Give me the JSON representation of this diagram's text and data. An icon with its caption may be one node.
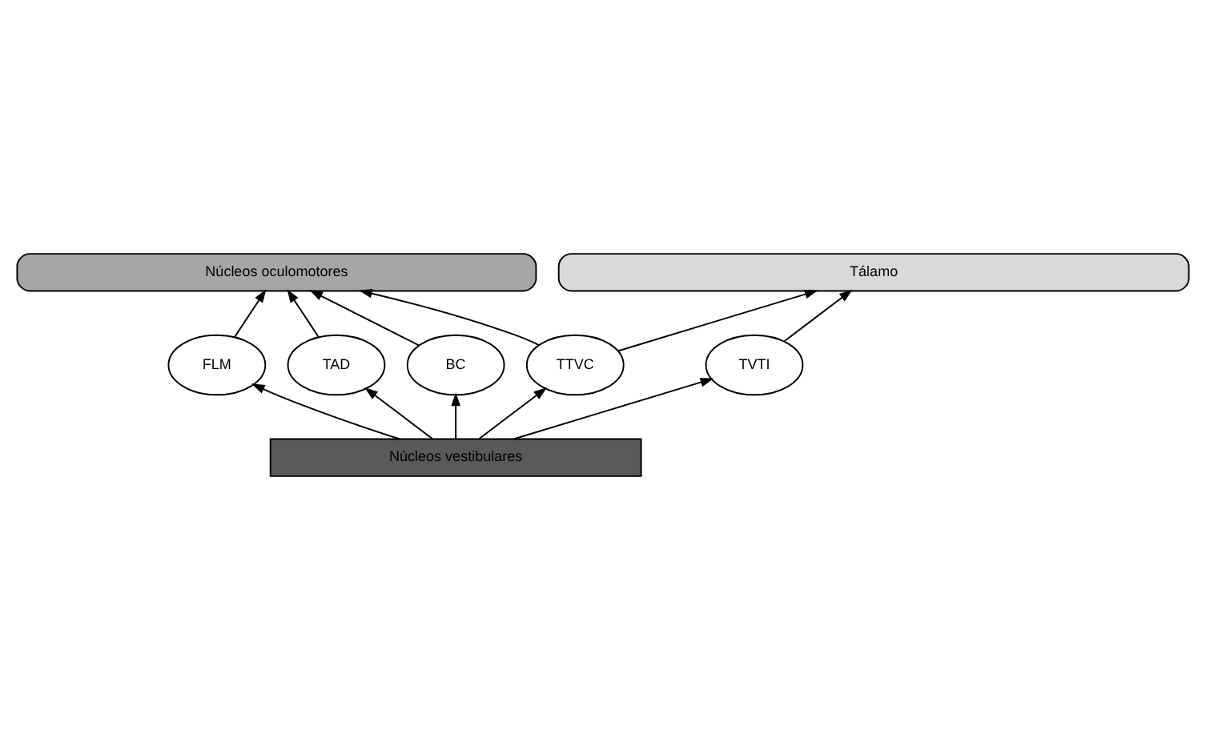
{
  "diagram": {
    "nodes": [
      {
        "text": [
          "Tálamo"
        ]
      },
      {
        "text": [
          "Núcleos oculomotores"
        ]
      },
      {
        "text": [
          "FLM"
        ]
      },
      {
        "text": [
          "TAD"
        ]
      },
      {
        "text": [
          "BC"
        ]
      },
      {
        "text": [
          "TTVC"
        ]
      },
      {
        "text": [
          "TVTI"
        ]
      },
      {
        "text": [
          "Núcleos vestibulares"
        ]
      }
    ],
    "edges": [
      {
        "from": 7,
        "to": 2,
        "arrow": "to"
      },
      {
        "from": 7,
        "to": 3,
        "arrow": "to"
      },
      {
        "from": 7,
        "to": 4,
        "arrow": "to"
      },
      {
        "from": 7,
        "to": 5,
        "arrow": "to"
      },
      {
        "from": 7,
        "to": 6,
        "arrow": "to"
      },
      {
        "from": 2,
        "to": 1,
        "arrow": "to"
      },
      {
        "from": 3,
        "to": 1,
        "arrow": "to"
      },
      {
        "from": 4,
        "to": 1,
        "arrow": "to"
      },
      {
        "from": 5,
        "to": 1,
        "arrow": "to"
      },
      {
        "from": 5,
        "to": 0,
        "arrow": "to"
      },
      {
        "from": 6,
        "to": 0,
        "arrow": "to"
      }
    ]
  }
}
